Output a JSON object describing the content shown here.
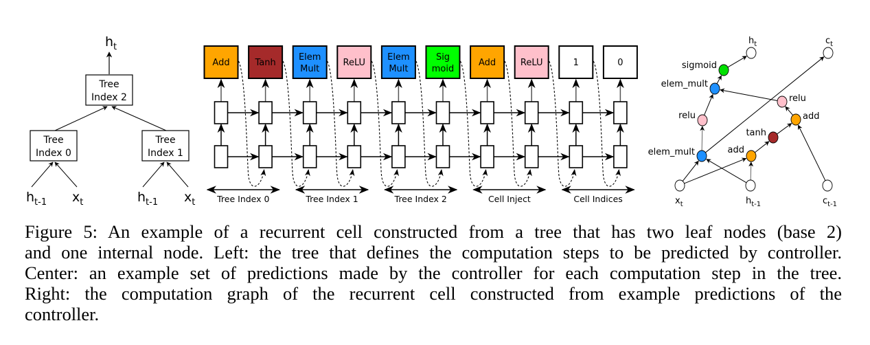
{
  "figure": {
    "left_tree": {
      "output_label": "h",
      "output_sub": "t",
      "root": {
        "line1": "Tree",
        "line2": "Index 2"
      },
      "leaves": [
        {
          "line1": "Tree",
          "line2": "Index 0",
          "inputs": [
            {
              "base": "h",
              "sub": "t-1"
            },
            {
              "base": "x",
              "sub": "t"
            }
          ]
        },
        {
          "line1": "Tree",
          "line2": "Index 1",
          "inputs": [
            {
              "base": "h",
              "sub": "t-1"
            },
            {
              "base": "x",
              "sub": "t"
            }
          ]
        }
      ]
    },
    "center_controller": {
      "predictions": [
        {
          "line1": "Add",
          "line2": "",
          "color": "#FFA500"
        },
        {
          "line1": "Tanh",
          "line2": "",
          "color": "#A52A2A"
        },
        {
          "line1": "Elem",
          "line2": "Mult",
          "color": "#1E90FF"
        },
        {
          "line1": "ReLU",
          "line2": "",
          "color": "#FFC0CB"
        },
        {
          "line1": "Elem",
          "line2": "Mult",
          "color": "#1E90FF"
        },
        {
          "line1": "Sig",
          "line2": "moid",
          "color": "#00FF00"
        },
        {
          "line1": "Add",
          "line2": "",
          "color": "#FFA500"
        },
        {
          "line1": "ReLU",
          "line2": "",
          "color": "#FFC0CB"
        },
        {
          "line1": "1",
          "line2": "",
          "color": "#FFFFFF"
        },
        {
          "line1": "0",
          "line2": "",
          "color": "#FFFFFF"
        }
      ],
      "groups": [
        "Tree Index 0",
        "Tree Index 1",
        "Tree Index 2",
        "Cell Inject",
        "Cell Indices"
      ]
    },
    "right_graph": {
      "nodes": [
        {
          "id": "h_t",
          "label": "h",
          "sub": "t",
          "color": "#FFFFFF",
          "label_pos": "top"
        },
        {
          "id": "c_t",
          "label": "c",
          "sub": "t",
          "color": "#FFFFFF",
          "label_pos": "top"
        },
        {
          "id": "sigmoid",
          "label": "sigmoid",
          "sub": "",
          "color": "#00E000",
          "label_pos": "left"
        },
        {
          "id": "elem_mult_top",
          "label": "elem_mult",
          "sub": "",
          "color": "#1E90FF",
          "label_pos": "left"
        },
        {
          "id": "relu_left",
          "label": "relu",
          "sub": "",
          "color": "#FFC0CB",
          "label_pos": "left"
        },
        {
          "id": "relu_right",
          "label": "relu",
          "sub": "",
          "color": "#FFC0CB",
          "label_pos": "right"
        },
        {
          "id": "add_right",
          "label": "add",
          "sub": "",
          "color": "#FFA500",
          "label_pos": "right"
        },
        {
          "id": "tanh",
          "label": "tanh",
          "sub": "",
          "color": "#A52A2A",
          "label_pos": "left"
        },
        {
          "id": "add_low",
          "label": "add",
          "sub": "",
          "color": "#FFA500",
          "label_pos": "left"
        },
        {
          "id": "elem_mult_low",
          "label": "elem_mult",
          "sub": "",
          "color": "#1E90FF",
          "label_pos": "left"
        },
        {
          "id": "x_t",
          "label": "x",
          "sub": "t",
          "color": "#FFFFFF",
          "label_pos": "bottom"
        },
        {
          "id": "h_tm1",
          "label": "h",
          "sub": "t-1",
          "color": "#FFFFFF",
          "label_pos": "bottom"
        },
        {
          "id": "c_tm1",
          "label": "c",
          "sub": "t-1",
          "color": "#FFFFFF",
          "label_pos": "bottom"
        }
      ],
      "edges": [
        [
          "x_t",
          "elem_mult_low"
        ],
        [
          "h_tm1",
          "elem_mult_low"
        ],
        [
          "x_t",
          "add_low"
        ],
        [
          "h_tm1",
          "add_low"
        ],
        [
          "add_low",
          "tanh"
        ],
        [
          "tanh",
          "add_right"
        ],
        [
          "c_tm1",
          "add_right"
        ],
        [
          "add_right",
          "relu_right"
        ],
        [
          "relu_right",
          "elem_mult_top"
        ],
        [
          "elem_mult_low",
          "relu_left"
        ],
        [
          "relu_left",
          "elem_mult_top"
        ],
        [
          "elem_mult_top",
          "sigmoid"
        ],
        [
          "sigmoid",
          "h_t"
        ],
        [
          "elem_mult_low",
          "c_t"
        ]
      ]
    }
  },
  "caption": {
    "lines": [
      "Figure 5: An example of a recurrent cell constructed from a tree that has two leaf nodes (base 2)",
      "and one internal node. Left: the tree that defines the computation steps to be predicted by controller.",
      "Center: an example set of predictions made by the controller for each computation step in the tree.",
      "Right: the computation graph of the recurrent cell constructed from example predictions of the",
      "controller."
    ]
  }
}
